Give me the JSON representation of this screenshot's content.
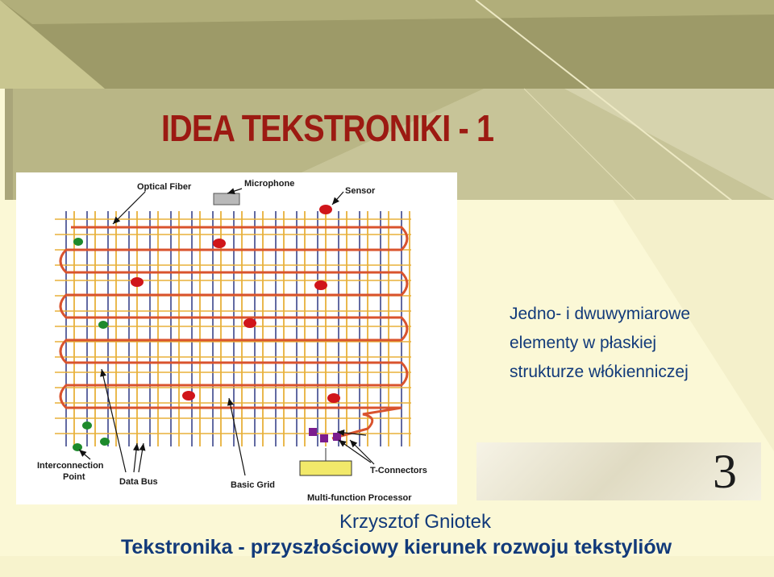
{
  "title": "IDEA TEKSTRONIKI - 1",
  "diagram": {
    "labels": {
      "optical_fiber": "Optical Fiber",
      "microphone": "Microphone",
      "sensor": "Sensor",
      "interconnection_point": [
        "Interconnection",
        "Point"
      ],
      "data_bus": "Data Bus",
      "basic_grid": "Basic Grid",
      "t_connectors": "T-Connectors",
      "multi_function_processor": "Multi-function Processor"
    },
    "colors": {
      "grid_vertical": "#1f2a7a",
      "grid_yellow": "#e8b13a",
      "fiber": "#d9532e",
      "sensor": "#d0151a",
      "interconnection": "#1d8a2c",
      "t_connector": "#7b1c8e",
      "processor": "#f2e96a",
      "microphone": "#b9b9b9"
    }
  },
  "side_text": [
    "Jedno- i dwuwymiarowe",
    "elementy w płaskiej",
    "strukturze włókienniczej"
  ],
  "page_number": "3",
  "author": "Krzysztof Gniotek",
  "footer": "Tekstronika - przyszłościowy kierunek rozwoju tekstyliów"
}
